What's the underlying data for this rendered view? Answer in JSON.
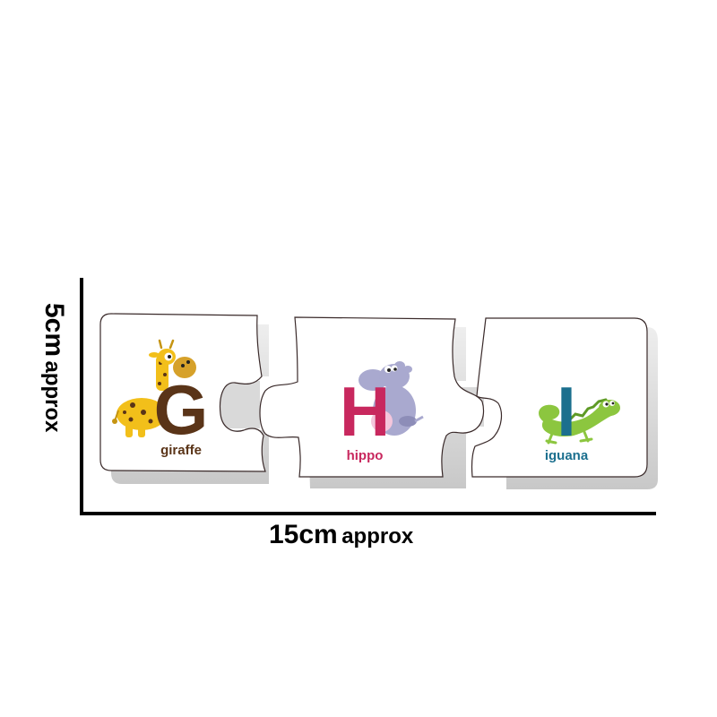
{
  "dimensions": {
    "width_label_value": "15cm",
    "width_label_suffix": "approx",
    "height_label_value": "5cm",
    "height_label_suffix": "approx"
  },
  "pieces": [
    {
      "letter": "G",
      "word": "giraffe",
      "animal": "giraffe-icon",
      "letter_color": "#5a3418",
      "word_color": "#5a3418"
    },
    {
      "letter": "H",
      "word": "hippo",
      "animal": "hippo-icon",
      "letter_color": "#c8285e",
      "word_color": "#c8285e"
    },
    {
      "letter": "I",
      "word": "iguana",
      "animal": "iguana-icon",
      "letter_color": "#1b6f8e",
      "word_color": "#1b6f8e"
    }
  ],
  "colors": {
    "axis": "#000000",
    "piece_fill": "#ffffff",
    "piece_outline": "#3a2a2a",
    "shadow": "#d4d4d4",
    "giraffe_body": "#f2bf1a",
    "giraffe_spots": "#5a3418",
    "hippo_body": "#a9a9cf",
    "hippo_belly": "#f4c6dc",
    "iguana_body": "#8cc63f",
    "iguana_dark": "#5e9a25"
  }
}
